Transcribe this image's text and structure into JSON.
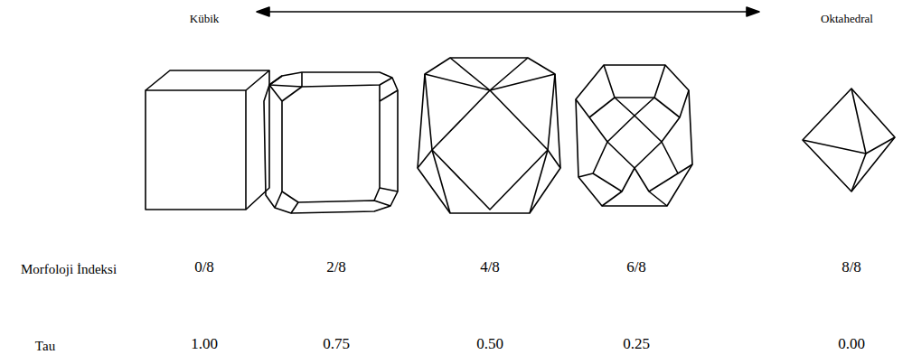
{
  "diagram": {
    "labels": [
      "Kübik",
      "Oktahedral",
      "Morfoloji İndeksi",
      "0/8",
      "2/8",
      "4/8",
      "6/8",
      "8/8",
      "Tau",
      "1.00",
      "0.75",
      "0.50",
      "0.25",
      "0.00"
    ]
  }
}
